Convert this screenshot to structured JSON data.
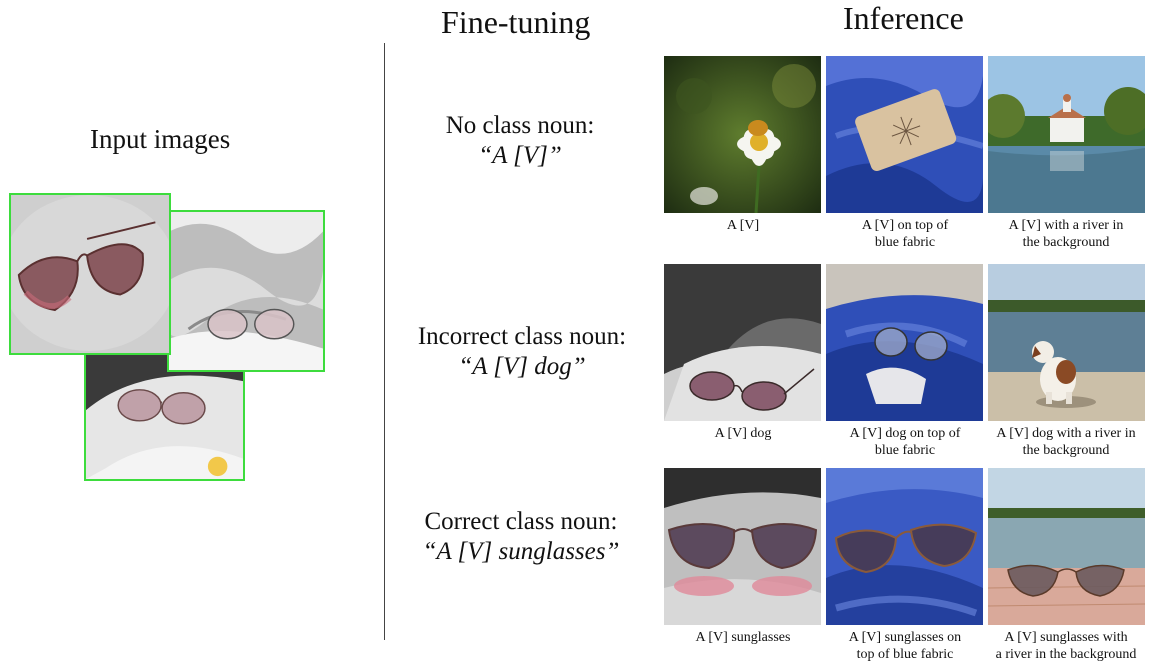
{
  "headings": {
    "finetuning": "Fine-tuning",
    "inference": "Inference",
    "input_images": "Input images"
  },
  "rows": [
    {
      "label_line1": "No class noun:",
      "label_line2": "“A [V]”",
      "captions": [
        {
          "line1": "A [V]",
          "line2": ""
        },
        {
          "line1": "A [V] on top of",
          "line2": "blue fabric"
        },
        {
          "line1": "A [V] with a river in",
          "line2": "the background"
        }
      ]
    },
    {
      "label_line1": "Incorrect class noun:",
      "label_line2": "“A [V] dog”",
      "captions": [
        {
          "line1": "A [V] dog",
          "line2": ""
        },
        {
          "line1": "A [V] dog on top of",
          "line2": "blue fabric"
        },
        {
          "line1": "A [V] dog with a river in",
          "line2": "the background"
        }
      ]
    },
    {
      "label_line1": "Correct class noun:",
      "label_line2": "“A [V] sunglasses”",
      "captions": [
        {
          "line1": "A [V] sunglasses",
          "line2": ""
        },
        {
          "line1": "A [V] sunglasses on",
          "line2": "top of  blue fabric"
        },
        {
          "line1": "A [V] sunglasses with",
          "line2": "a river in the background"
        }
      ]
    }
  ],
  "colors": {
    "input_border": "#3ddc3d",
    "fabric_blue": "#2f4fb8",
    "river_sky": "#9cc4e4"
  }
}
